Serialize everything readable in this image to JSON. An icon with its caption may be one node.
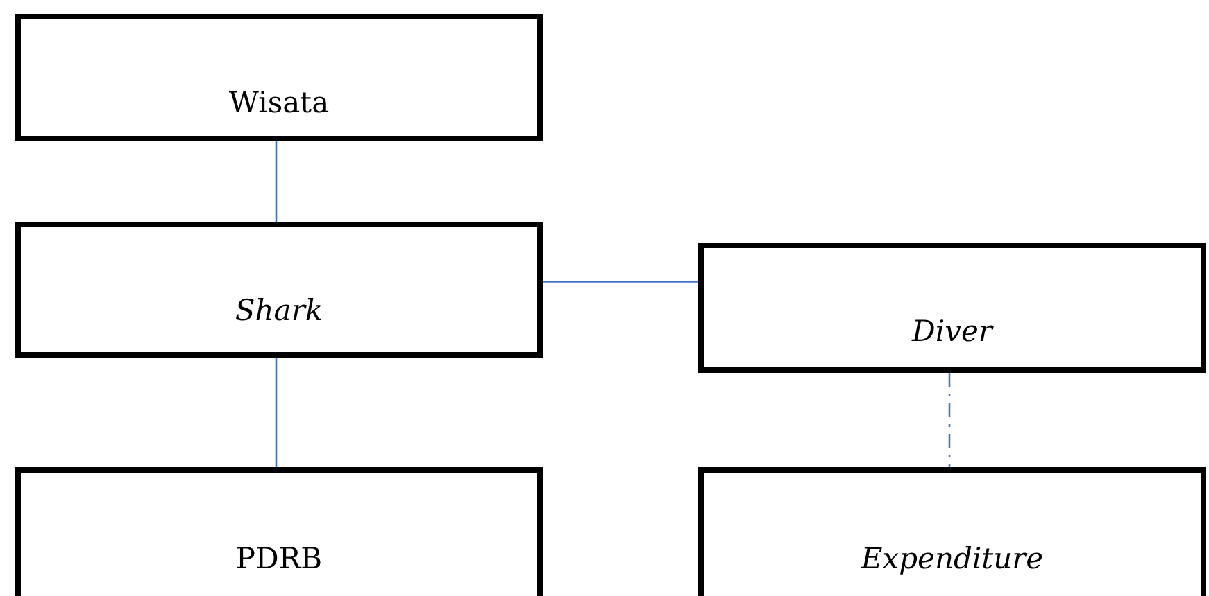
{
  "diagram": {
    "nodes": [
      {
        "text": [
          "Wisata"
        ]
      },
      {
        "text": [
          "Shark"
        ]
      },
      {
        "text": [
          "Diver"
        ]
      },
      {
        "text": [
          "PDRB"
        ]
      },
      {
        "text": [
          "Expenditure"
        ]
      }
    ],
    "edges": [
      {
        "from": 0,
        "to": 1,
        "arrow": "none"
      },
      {
        "from": 1,
        "to": 3,
        "arrow": "none"
      },
      {
        "from": 1,
        "to": 2,
        "arrow": "none"
      },
      {
        "from": 2,
        "to": 4,
        "arrow": "none",
        "style": "dashed"
      }
    ]
  }
}
